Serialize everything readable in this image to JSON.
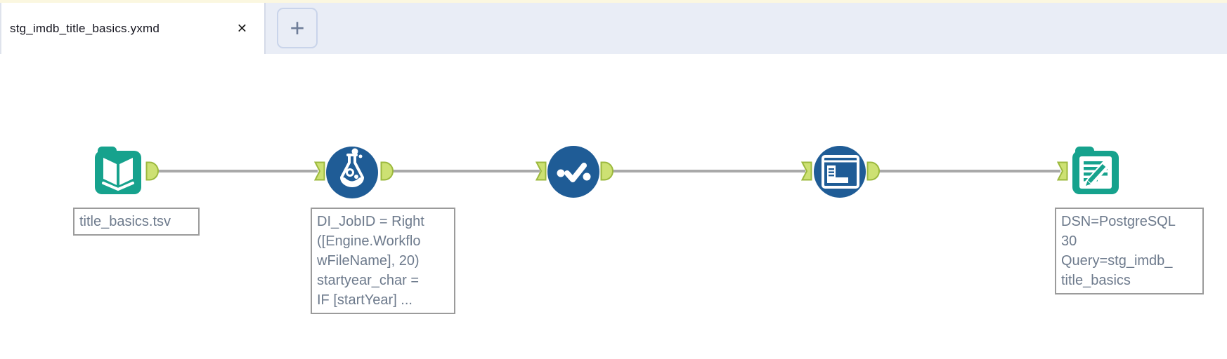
{
  "tab_bar": {
    "active_tab": {
      "title": "stg_imdb_title_basics.yxmd",
      "close_glyph": "✕"
    },
    "new_tab_glyph": "+"
  },
  "workflow": {
    "tools": [
      {
        "icon": "open-book-input-icon",
        "annotation": "title_basics.tsv"
      },
      {
        "icon": "formula-flask-icon",
        "annotation": "DI_JobID = Right\n([Engine.Workflo\nwFileName], 20)\nstartyear_char =\nIF [startYear] ..."
      },
      {
        "icon": "select-checkmark-dots-icon",
        "annotation": ""
      },
      {
        "icon": "select-records-window-icon",
        "annotation": ""
      },
      {
        "icon": "output-document-pencil-icon",
        "annotation": "DSN=PostgreSQL\n30\nQuery=stg_imdb_\ntitle_basics"
      }
    ],
    "colors": {
      "tool_teal": "#16a28d",
      "tool_blue": "#1f5c96",
      "anchor_fill": "#cde173",
      "anchor_border": "#9cb93e",
      "wire_gray": "#a9a9a9",
      "annotation_text": "#6d7a8c",
      "tabbar_bg": "#e9edf6",
      "top_accent": "#fbf7e0"
    }
  }
}
